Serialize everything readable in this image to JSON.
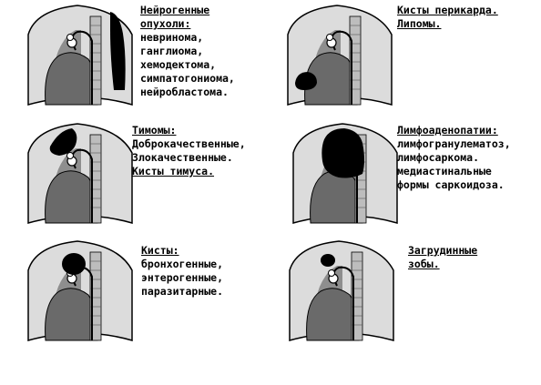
{
  "panels": [
    {
      "id": "neurogenic",
      "lines": [
        {
          "text": "Нейрогенные",
          "underline": true
        },
        {
          "text": "опухоли:",
          "underline": true
        },
        {
          "text": "невринома,",
          "underline": false
        },
        {
          "text": "ганглиома,",
          "underline": false
        },
        {
          "text": "хемодектома,",
          "underline": false
        },
        {
          "text": "симпатогониома,",
          "underline": false
        },
        {
          "text": "нейробластома.",
          "underline": false
        }
      ],
      "lesion": "posterior-paravertebral-mass"
    },
    {
      "id": "pericardial",
      "lines": [
        {
          "text": "Кисты перикарда.",
          "underline": true
        },
        {
          "text": "Липомы.",
          "underline": true
        }
      ],
      "lesion": "cardiophrenic-angle-mass"
    },
    {
      "id": "thymoma",
      "lines": [
        {
          "text": "Тимомы:",
          "underline": true
        },
        {
          "text": "Доброкачественные,",
          "underline": false
        },
        {
          "text": "Злокачественные.",
          "underline": false
        },
        {
          "text": "Кисты тимуса.",
          "underline": true
        }
      ],
      "lesion": "anterior-upper-mass"
    },
    {
      "id": "lymphadenopathy",
      "lines": [
        {
          "text": "Лимфоаденопатии:",
          "underline": true
        },
        {
          "text": "лимфогранулематоз,",
          "underline": false
        },
        {
          "text": "лимфосаркома.",
          "underline": false
        },
        {
          "text": "медиастинальные",
          "underline": false
        },
        {
          "text": "формы саркоидоза.",
          "underline": false
        }
      ],
      "lesion": "middle-mediastinum-mass"
    },
    {
      "id": "cysts",
      "lines": [
        {
          "text": "Кисты:",
          "underline": true
        },
        {
          "text": "бронхогенные,",
          "underline": false
        },
        {
          "text": "энтерогенные,",
          "underline": false
        },
        {
          "text": "паразитарные.",
          "underline": false
        }
      ],
      "lesion": "upper-middle-round-mass"
    },
    {
      "id": "goiter",
      "lines": [
        {
          "text": "Загрудинные",
          "underline": true
        },
        {
          "text": "зобы.",
          "underline": true
        }
      ],
      "lesion": "superior-small-mass"
    }
  ],
  "colors": {
    "outline": "#000000",
    "lung_field": "#d9d9d9",
    "mediastinum": "#9a9a9a",
    "heart": "#6e6e6e",
    "lesion": "#000000"
  }
}
